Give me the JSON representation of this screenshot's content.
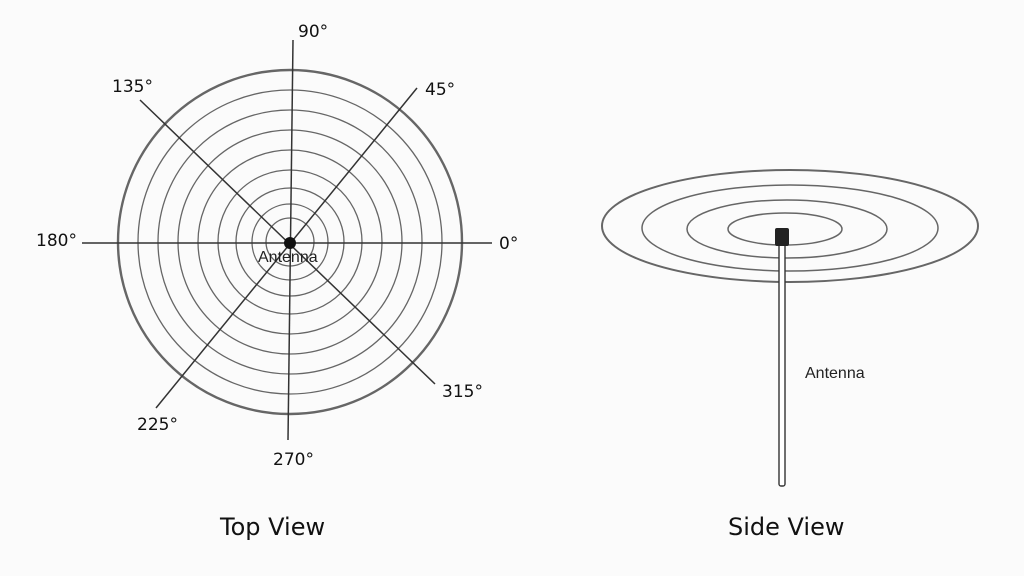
{
  "top_view": {
    "caption": "Top View",
    "center_label": "Antenna",
    "angles": {
      "a0": "0°",
      "a45": "45°",
      "a90": "90°",
      "a135": "135°",
      "a180": "180°",
      "a225": "225°",
      "a270": "270°",
      "a315": "315°"
    }
  },
  "side_view": {
    "caption": "Side View",
    "antenna_label": "Antenna"
  },
  "colors": {
    "stroke": "#444444",
    "ring": "#666666",
    "background": "#fbfbfb"
  }
}
